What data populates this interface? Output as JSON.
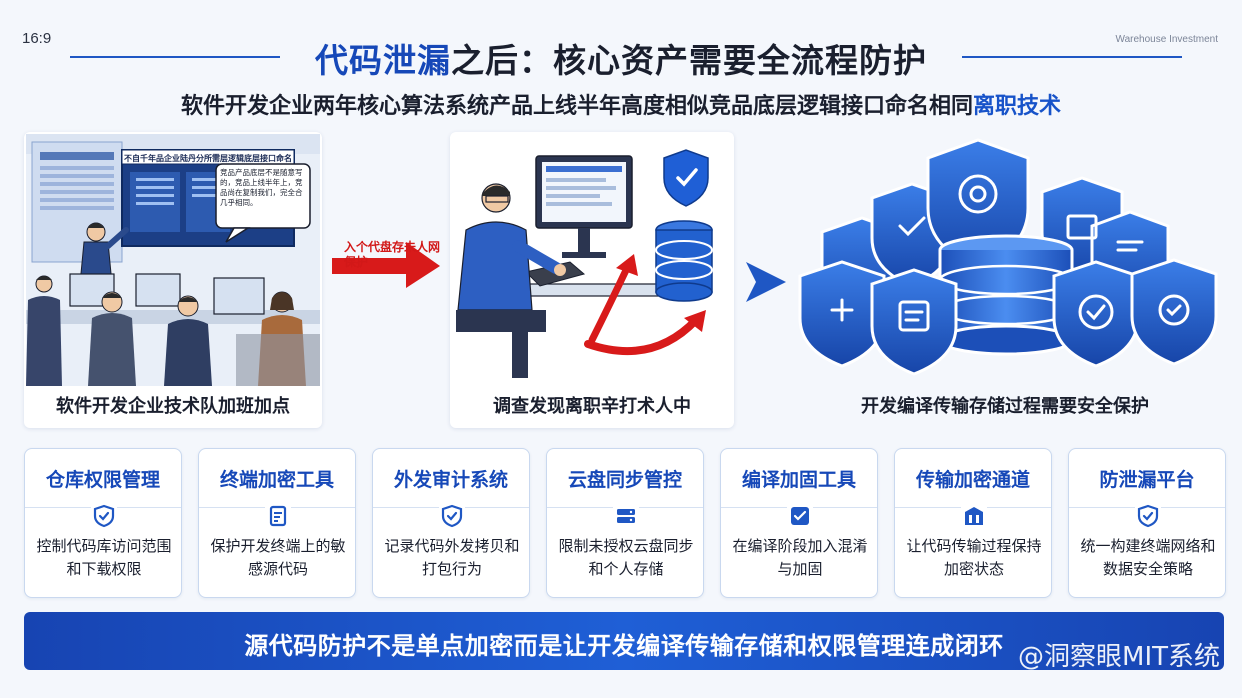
{
  "aspect_label": "16:9",
  "corner_text": "Warehouse Investment",
  "title": {
    "part1": "代码泄漏",
    "part2": "之后：核心资产需要全流程防护"
  },
  "subtitle": {
    "main": "软件开发企业两年核心算法系统产品上线半年高度相似竞品底层逻辑接口命名相同",
    "highlight": "离职技术"
  },
  "panels": [
    {
      "caption": "软件开发企业技术队加班加点",
      "screen_text": "不自千年品企业陆丹分所需层逻辑底层接口命名",
      "bubble_text": "竞品产品底层不是随意写的，竞品上线半年上，竞品尚在复制我们，完全合几乎相同。"
    },
    {
      "caption": "调查发现离职辛打术人中"
    },
    {
      "caption": "开发编译传输存储过程需要安全保护"
    }
  ],
  "arrow_label": "入个代盘存未人网保护",
  "cards": [
    {
      "title": "仓库权限管理",
      "icon": "shield-check-icon",
      "desc": "控制代码库访问范围和下载权限"
    },
    {
      "title": "终端加密工具",
      "icon": "document-lock-icon",
      "desc": "保护开发终端上的敏感源代码"
    },
    {
      "title": "外发审计系统",
      "icon": "shield-check-icon",
      "desc": "记录代码外发拷贝和打包行为"
    },
    {
      "title": "云盘同步管控",
      "icon": "storage-drive-icon",
      "desc": "限制未授权云盘同步和个人存储"
    },
    {
      "title": "编译加固工具",
      "icon": "build-check-icon",
      "desc": "在编译阶段加入混淆与加固"
    },
    {
      "title": "传输加密通道",
      "icon": "building-icon",
      "desc": "让代码传输过程保持加密状态"
    },
    {
      "title": "防泄漏平台",
      "icon": "shield-check-icon",
      "desc": "统一构建终端网络和数据安全策略"
    }
  ],
  "banner_text": "源代码防护不是单点加密而是让开发编译传输存储和权限管理连成闭环",
  "watermark": "@洞察眼MIT系统",
  "colors": {
    "primary_blue": "#1648b8",
    "accent_red": "#d21818",
    "background": "#f4f7fc"
  }
}
